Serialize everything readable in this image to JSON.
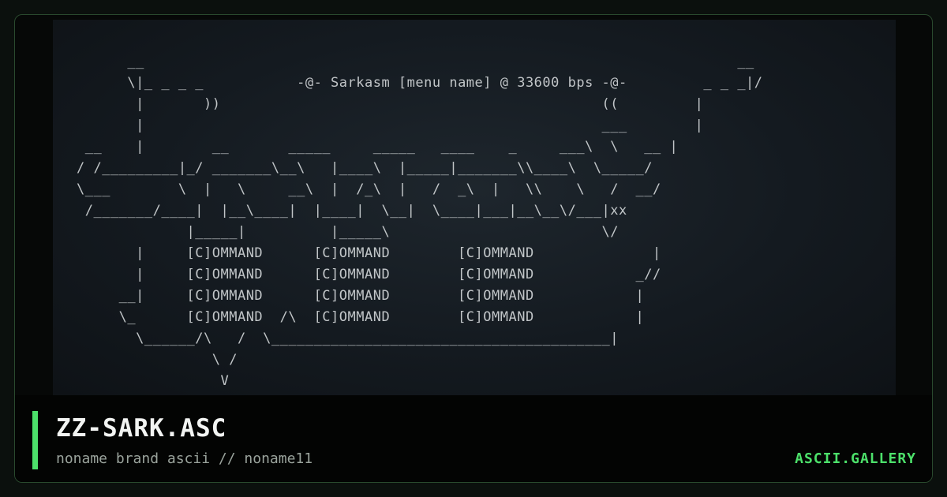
{
  "title": "ZZ-SARK.ASC",
  "subtitle": "noname brand ascii // noname11",
  "brand": "ASCII.GALLERY",
  "art": {
    "lines": [
      "      __                                                                      __",
      "      \\|_ _ _ _           -@- Sarkasm [menu name] @ 33600 bps -@-         _ _ _|/",
      "       |       ))                                             ((         |",
      "       |                                                      ___        |",
      " __    |        __       _____     _____   ____    _     ___\\  \\   __ |",
      "/ /_________|_/ _______\\__\\   |____\\  |_____|_______\\\\____\\  \\_____/",
      "\\___        \\  |   \\     __\\  |  /_\\  |   /  _\\  |   \\\\    \\   /  __/",
      " /_______/____|  |__\\____|  |____|  \\__|  \\____|___|__\\__\\/___|xx",
      "             |_____|          |_____\\                         \\/",
      "       |     [C]OMMAND      [C]OMMAND        [C]OMMAND              |",
      "       |     [C]OMMAND      [C]OMMAND        [C]OMMAND            _//",
      "     __|     [C]OMMAND      [C]OMMAND        [C]OMMAND            |",
      "     \\_      [C]OMMAND  /\\  [C]OMMAND        [C]OMMAND            |",
      "       \\______/\\   /  \\________________________________________|",
      "                \\ /",
      "                 V"
    ]
  }
}
